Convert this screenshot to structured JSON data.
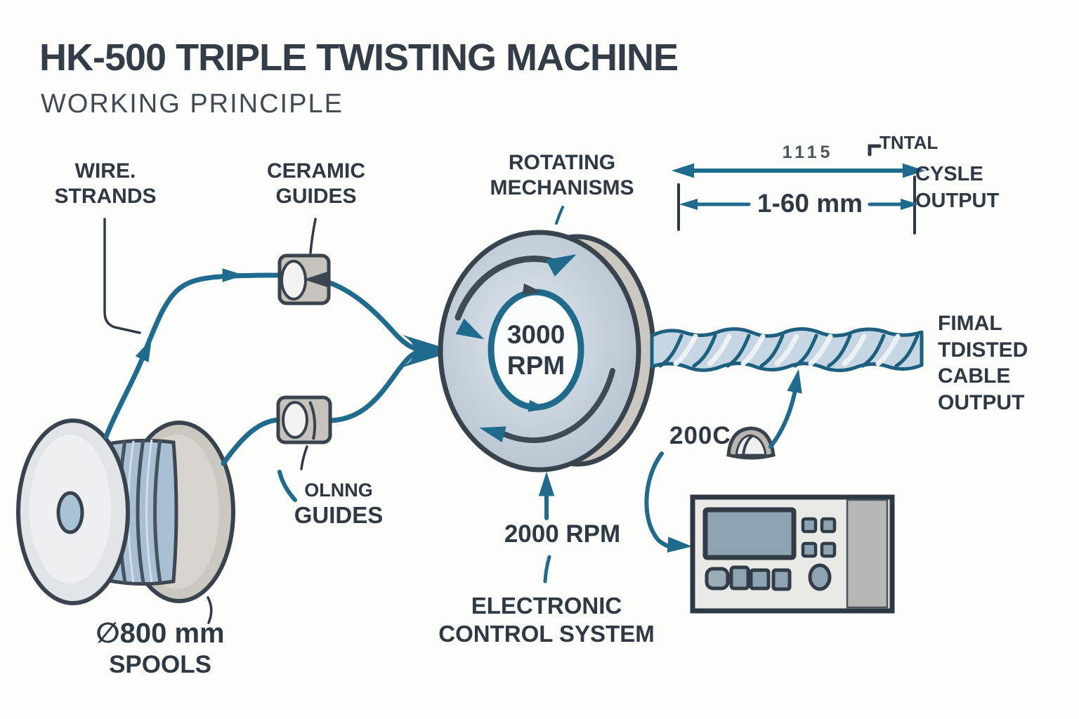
{
  "header": {
    "title": "HK-500 TRIPLE TWISTING MACHINE",
    "subtitle": "WORKING PRINCIPLE"
  },
  "labels": {
    "wire_strands": {
      "lines": [
        "WIRE.",
        "STRANDS"
      ]
    },
    "ceramic_guides": {
      "lines": [
        "CERAMIC",
        "GUIDES"
      ]
    },
    "rotating_mechanisms": {
      "lines": [
        "ROTATING",
        "MECHANISMS"
      ]
    },
    "main_rpm": {
      "lines": [
        "3000",
        "RPM"
      ]
    },
    "secondary_rpm": "2000 RPM",
    "control_system": {
      "lines": [
        "ELECTRONIC",
        "CONTROL SYSTEM"
      ]
    },
    "spools": {
      "lines": [
        "∅800 mm",
        "SPOOLS"
      ]
    },
    "lower_guides": {
      "lines": [
        "OLNNG",
        "GUIDES"
      ]
    },
    "final_output": {
      "lines": [
        "FIMAL",
        "TDISTED",
        "CABLE",
        "OUTPUT"
      ]
    },
    "cycle_output": {
      "lines": [
        "CYSLE",
        "OUTPUT"
      ]
    },
    "top_dimension": "1115",
    "top_dimension_label": "TNTAL",
    "range_dimension": "1-60 mm",
    "branch_speed": "200C"
  },
  "colors": {
    "accent_teal": "#1e6b8e",
    "ink": "#2e3943",
    "disk_face": "#b9c7d4",
    "metal_gray": "#cbc8c2",
    "wire_blue": "#a9c0d4",
    "panel_face": "#e9e9e5",
    "screen_blue": "#8ea4b3"
  }
}
